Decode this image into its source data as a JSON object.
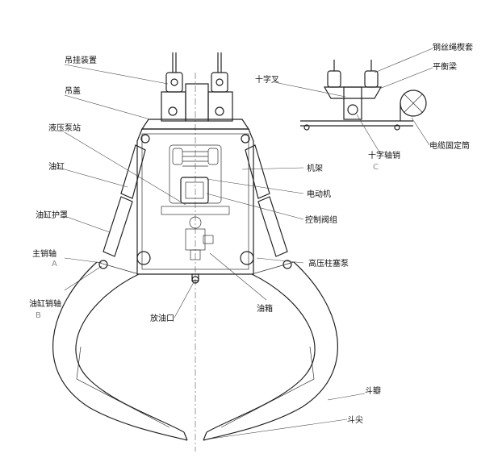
{
  "labels": {
    "hanging_device": "吊挂装置",
    "hanging_cover": "吊盖",
    "hydraulic_station": "液压泵站",
    "oil_cylinder": "油缸",
    "cylinder_guard": "油缸护罩",
    "main_pin": "主销轴",
    "main_pin_mark": "A",
    "cylinder_pin": "油缸销轴",
    "cylinder_pin_mark": "B",
    "drain_port": "放油口",
    "oil_tank": "油箱",
    "frame": "机架",
    "motor": "电动机",
    "valve_group": "控制阀组",
    "plunger_pump": "高压柱塞泵",
    "bucket_petal": "斗瓣",
    "bucket_tip": "斗尖",
    "rope_sleeve": "钢丝绳楔套",
    "balance_beam": "平衡梁",
    "cross_fork": "十字叉",
    "cross_pin": "十字轴销",
    "cross_pin_mark": "C",
    "cable_drum": "电缆固定筒"
  },
  "colors": {
    "line": "#222222",
    "text": "#111111",
    "mark": "#888888"
  }
}
